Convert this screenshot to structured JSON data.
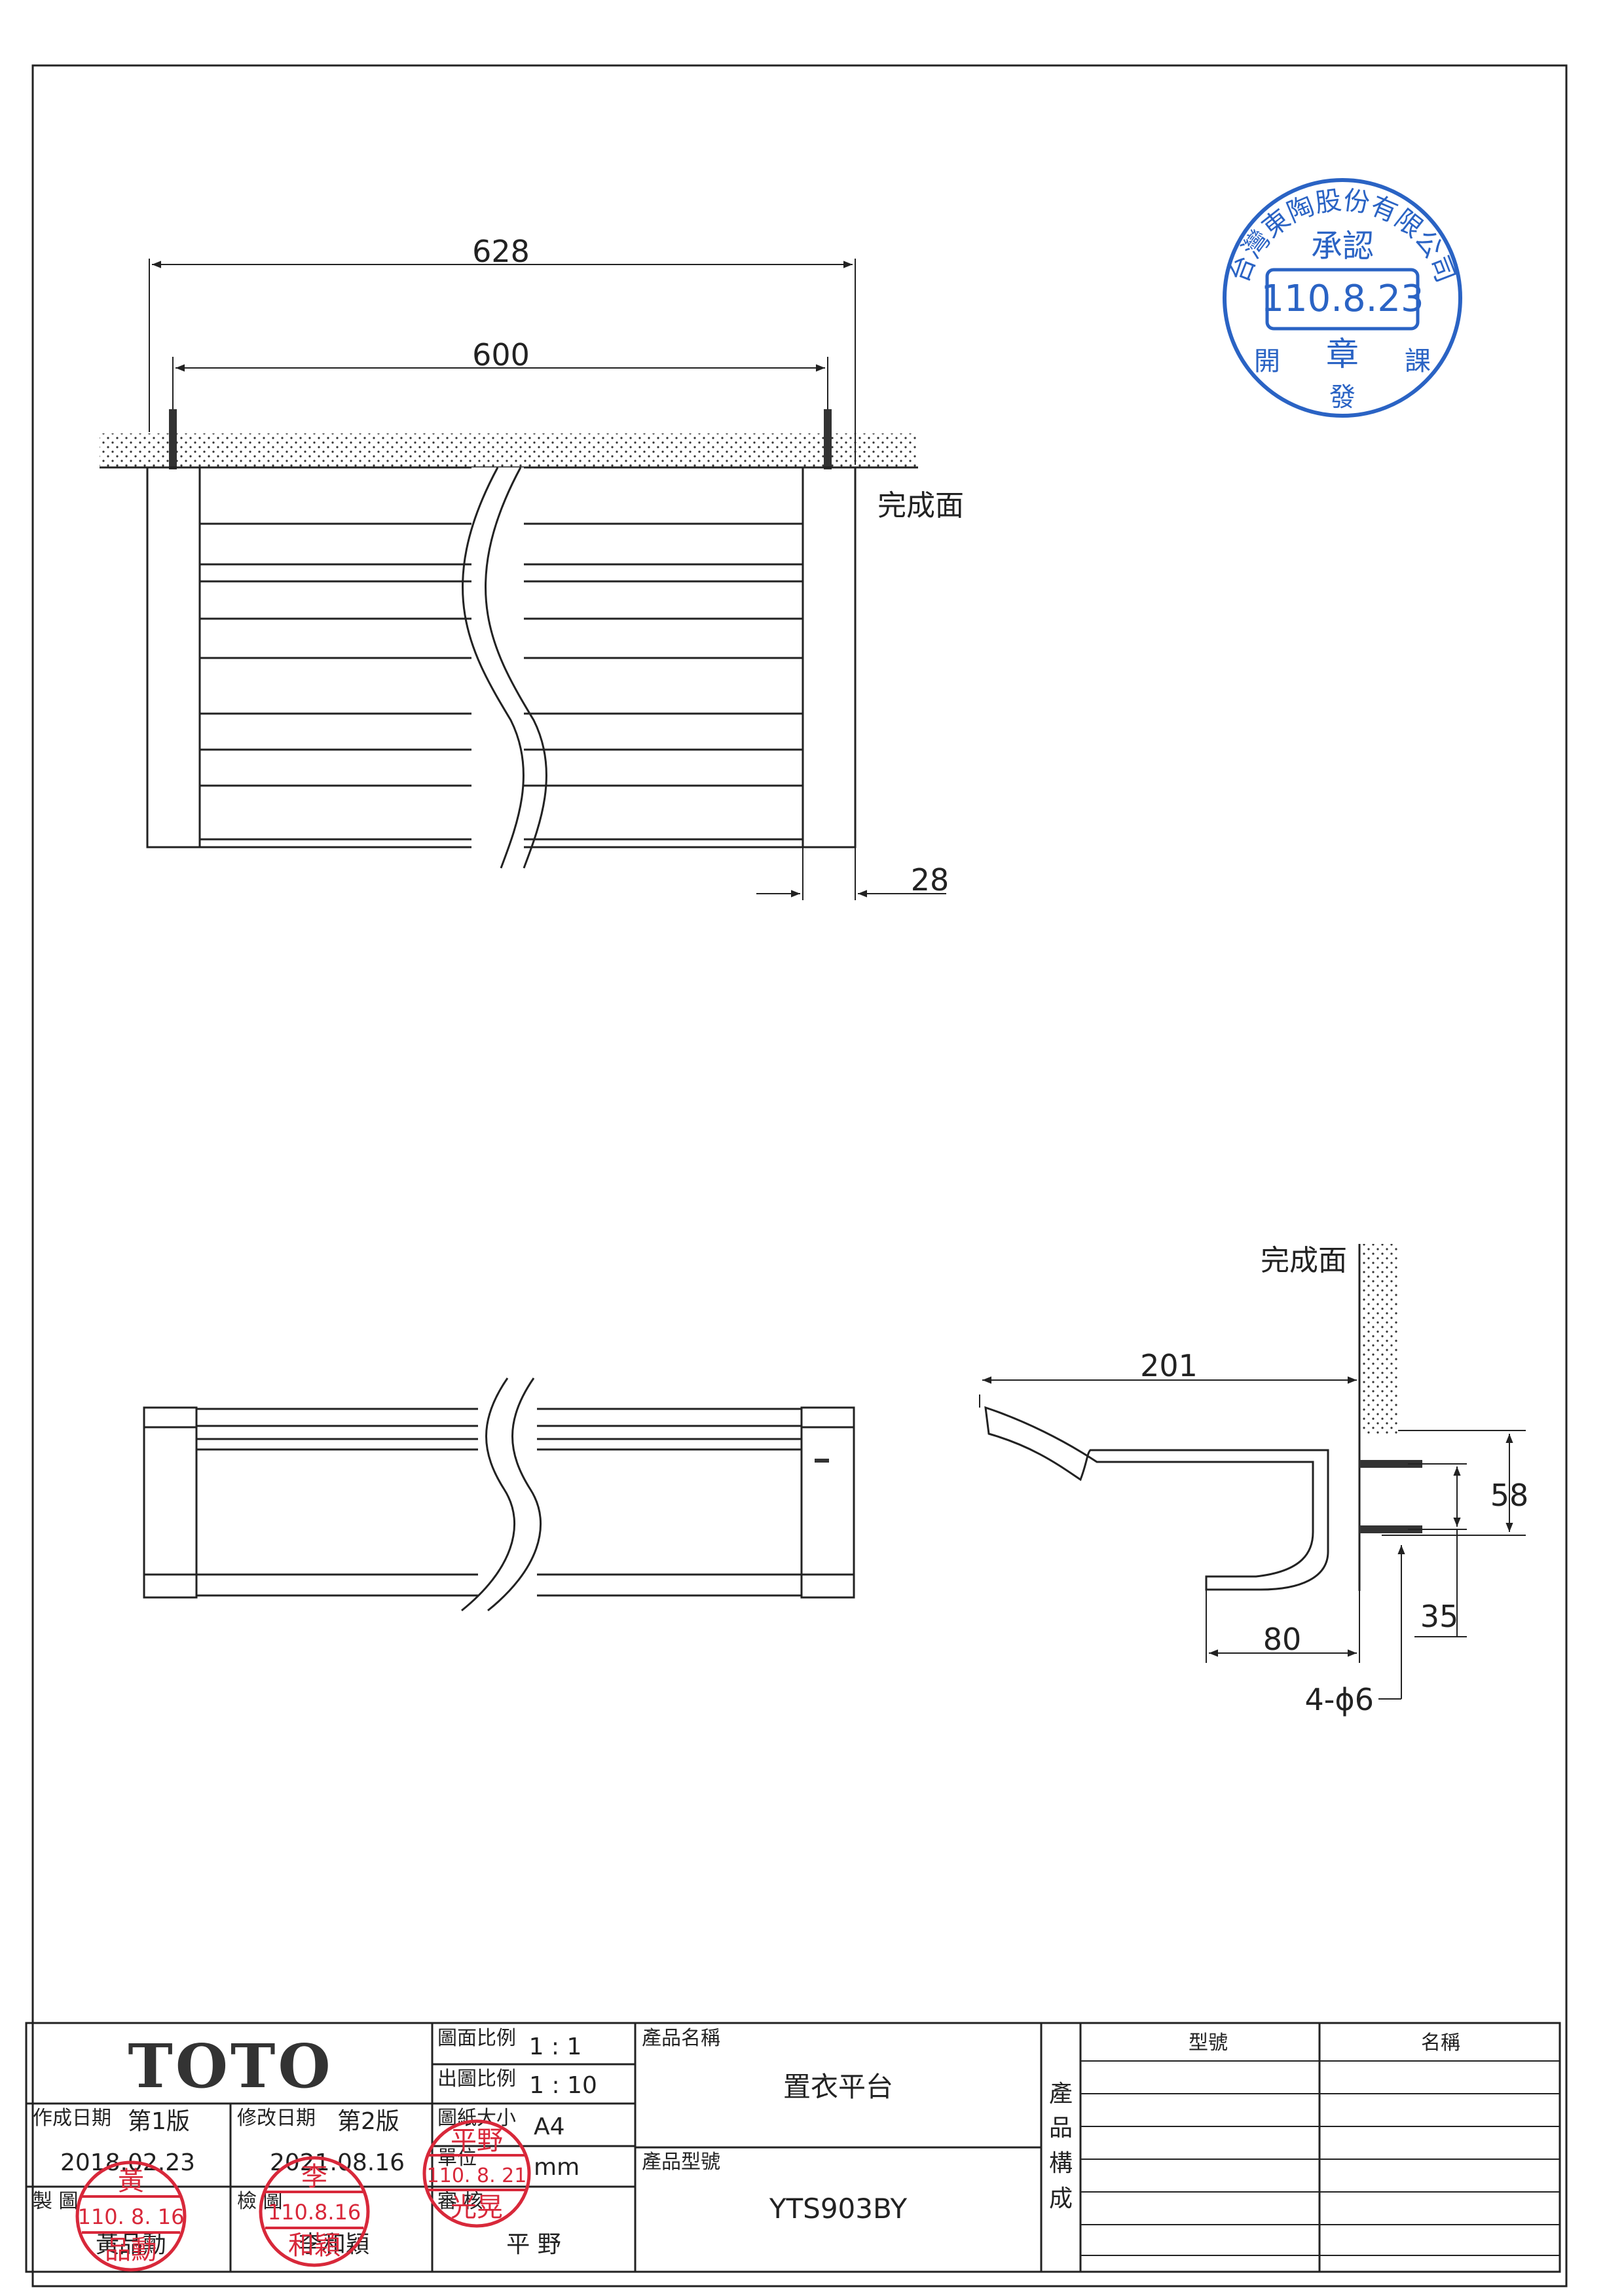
{
  "top_view": {
    "dim_outer": "628",
    "dim_inner": "600",
    "dim_depth_end": "28",
    "finish_surface": "完成面"
  },
  "side_view": {
    "finish_surface": "完成面",
    "dim_length": "201",
    "dim_height": "58",
    "dim_screw": "35",
    "dim_base": "80",
    "dim_holes": "4-ϕ6"
  },
  "stamp_approval": {
    "company": "台灣東陶股份有限公司",
    "title": "承認",
    "date": "110.8.23",
    "center": "章",
    "left": "開",
    "right": "課",
    "bottom": "發"
  },
  "title_block": {
    "brand": "TOTO",
    "created_label": "作成日期",
    "created_version": "第1版",
    "created_date": "2018.02.23",
    "modified_label": "修改日期",
    "modified_version": "第2版",
    "modified_date": "2021.08.16",
    "drawn_label": "製  圖",
    "drawn_name": "黃品勳",
    "checked_label": "檢  圖",
    "checked_name": "李和穎",
    "approved_label": "審  核",
    "approved_name": "平  野",
    "scale_label": "圖面比例",
    "scale_value": "1 : 1",
    "output_scale_label": "出圖比例",
    "output_scale_value": "1 : 10",
    "paper_label": "圖紙大小",
    "paper_value": "A4",
    "unit_label": "單位",
    "unit_value": "mm",
    "product_name_label": "產品名稱",
    "product_name": "置衣平台",
    "product_model_label": "產品型號",
    "product_model": "YTS903BY",
    "composition_label_1": "產",
    "composition_label_2": "品",
    "composition_label_3": "構",
    "composition_label_4": "成",
    "col_model": "型號",
    "col_name": "名稱"
  },
  "stamps": {
    "drawn_date": "110. 8. 16",
    "drawn_name": "品勳",
    "drawn_top": "黃",
    "checked_date": "110.8.16",
    "checked_name": "和穎",
    "checked_top": "李",
    "approved_top": "平野",
    "approved_date": "110. 8. 21",
    "approved_name": "光晃"
  },
  "colors": {
    "line": "#222222",
    "stamp_blue": "#2a63c4",
    "stamp_red": "#d8283a"
  }
}
